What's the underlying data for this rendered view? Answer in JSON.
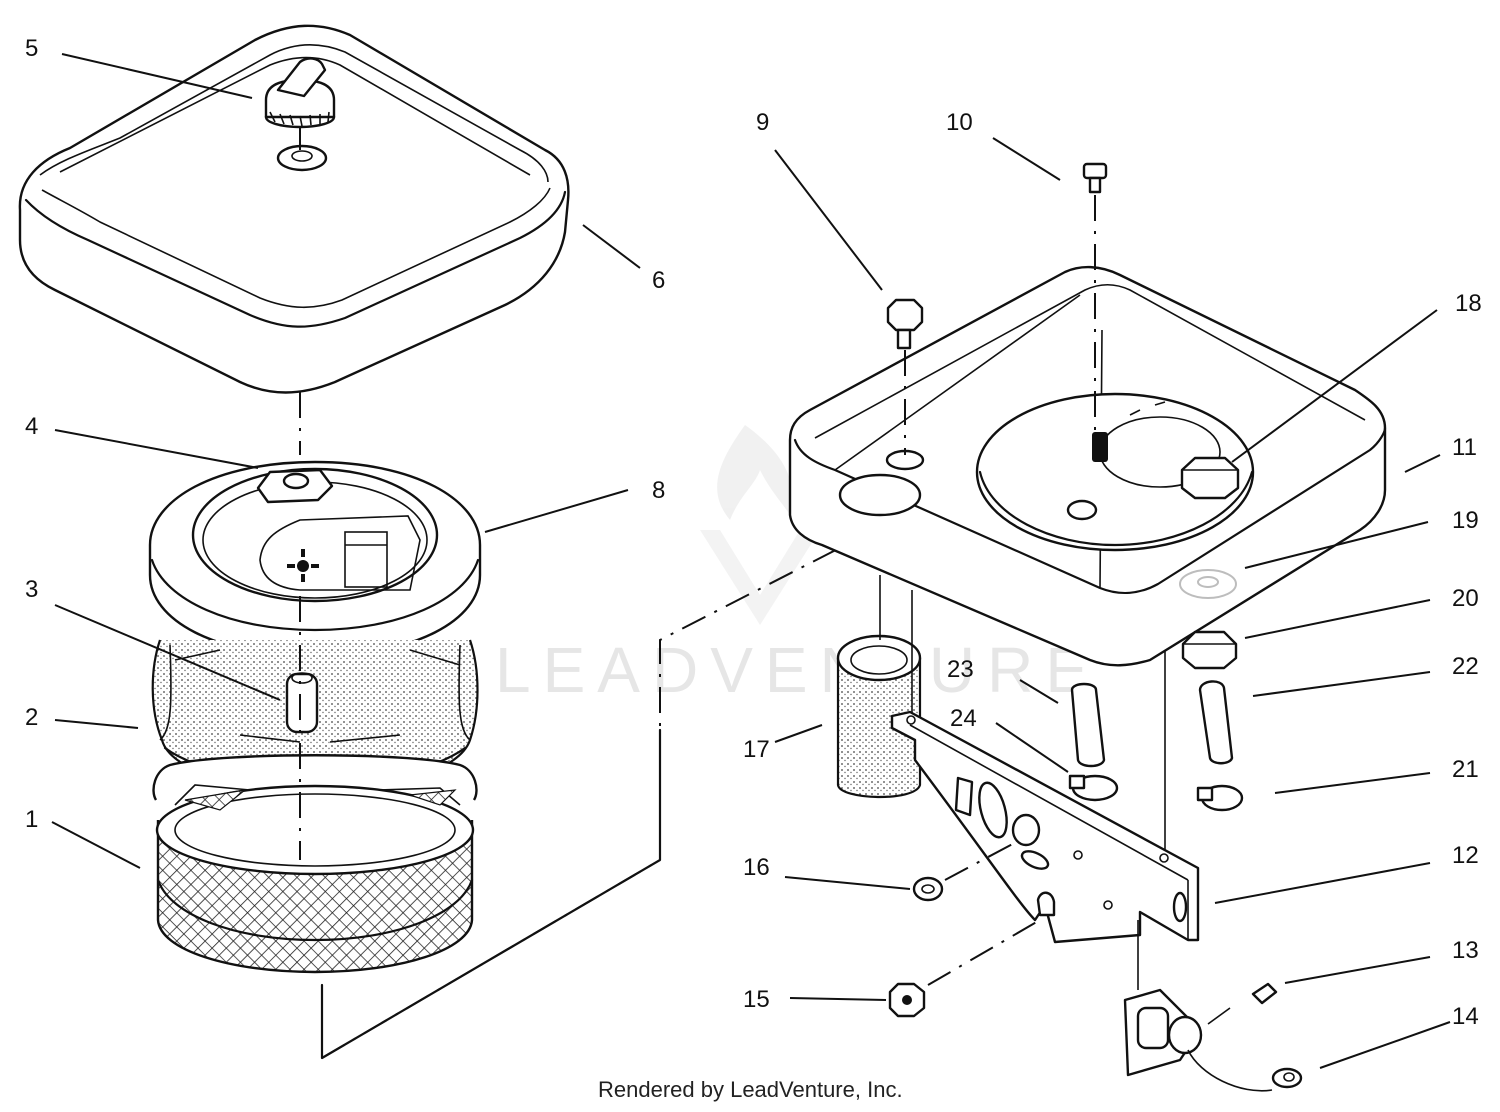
{
  "diagram": {
    "watermark": "LEADVENTURE",
    "credit": "Rendered by LeadVenture, Inc.",
    "callouts": [
      {
        "id": "1",
        "label": "1"
      },
      {
        "id": "2",
        "label": "2"
      },
      {
        "id": "3",
        "label": "3"
      },
      {
        "id": "4",
        "label": "4"
      },
      {
        "id": "5",
        "label": "5"
      },
      {
        "id": "6",
        "label": "6"
      },
      {
        "id": "8",
        "label": "8"
      },
      {
        "id": "9",
        "label": "9"
      },
      {
        "id": "10",
        "label": "10"
      },
      {
        "id": "11",
        "label": "11"
      },
      {
        "id": "12",
        "label": "12"
      },
      {
        "id": "13",
        "label": "13"
      },
      {
        "id": "14",
        "label": "14"
      },
      {
        "id": "15",
        "label": "15"
      },
      {
        "id": "16",
        "label": "16"
      },
      {
        "id": "17",
        "label": "17"
      },
      {
        "id": "18",
        "label": "18"
      },
      {
        "id": "19",
        "label": "19"
      },
      {
        "id": "20",
        "label": "20"
      },
      {
        "id": "21",
        "label": "21"
      },
      {
        "id": "22",
        "label": "22"
      },
      {
        "id": "23",
        "label": "23"
      },
      {
        "id": "24",
        "label": "24"
      }
    ]
  }
}
